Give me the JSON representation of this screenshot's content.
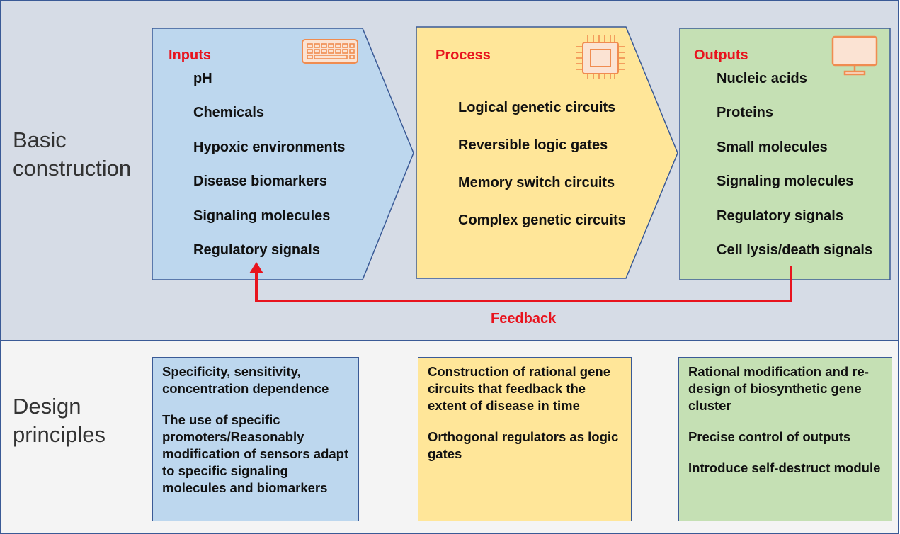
{
  "basic": {
    "title_line1": "Basic",
    "title_line2": "construction",
    "inputs": {
      "heading": "Inputs",
      "items": [
        "pH",
        "Chemicals",
        "Hypoxic environments",
        "Disease biomarkers",
        "Signaling molecules",
        "Regulatory signals"
      ]
    },
    "process": {
      "heading": "Process",
      "items": [
        "Logical genetic circuits",
        "Reversible logic gates",
        "Memory switch circuits",
        "Complex genetic circuits"
      ]
    },
    "outputs": {
      "heading": "Outputs",
      "items": [
        "Nucleic acids",
        "Proteins",
        "Small molecules",
        "Signaling molecules",
        "Regulatory signals",
        "Cell lysis/death signals"
      ]
    },
    "feedback_label": "Feedback"
  },
  "design": {
    "title_line1": "Design",
    "title_line2": "principles",
    "inputs": [
      "Specificity, sensitivity, concentration dependence",
      "The use of specific promoters/Reasonably modification of sensors adapt to specific signaling molecules and biomarkers"
    ],
    "process": [
      "Construction of rational gene circuits that feedback the extent of disease in time",
      "Orthogonal regulators as logic gates"
    ],
    "outputs": [
      "Rational modification and re-design of biosynthetic gene cluster",
      "Precise control of outputs",
      "Introduce self-destruct module"
    ]
  },
  "colors": {
    "inputs_fill": "#bdd7ee",
    "process_fill": "#ffe699",
    "outputs_fill": "#c5e0b4",
    "border": "#3a5a96",
    "accent_red": "#e8141e",
    "icon_orange": "#f08c50"
  },
  "icons": {
    "inputs": "keyboard-icon",
    "process": "cpu-chip-icon",
    "outputs": "monitor-icon"
  }
}
